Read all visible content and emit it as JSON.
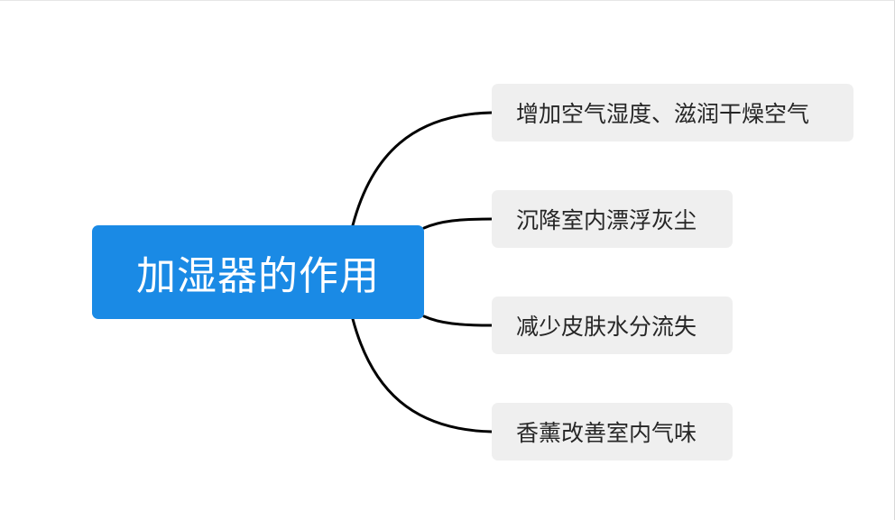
{
  "diagram": {
    "type": "mind-map",
    "root": {
      "label": "加湿器的作用",
      "color": "#1a8ae5"
    },
    "children": [
      {
        "label": "增加空气湿度、滋润干燥空气"
      },
      {
        "label": "沉降室内漂浮灰尘"
      },
      {
        "label": "减少皮肤水分流失"
      },
      {
        "label": "香薰改善室内气味"
      }
    ],
    "connector_color": "#000000",
    "child_color": "#efefef"
  }
}
